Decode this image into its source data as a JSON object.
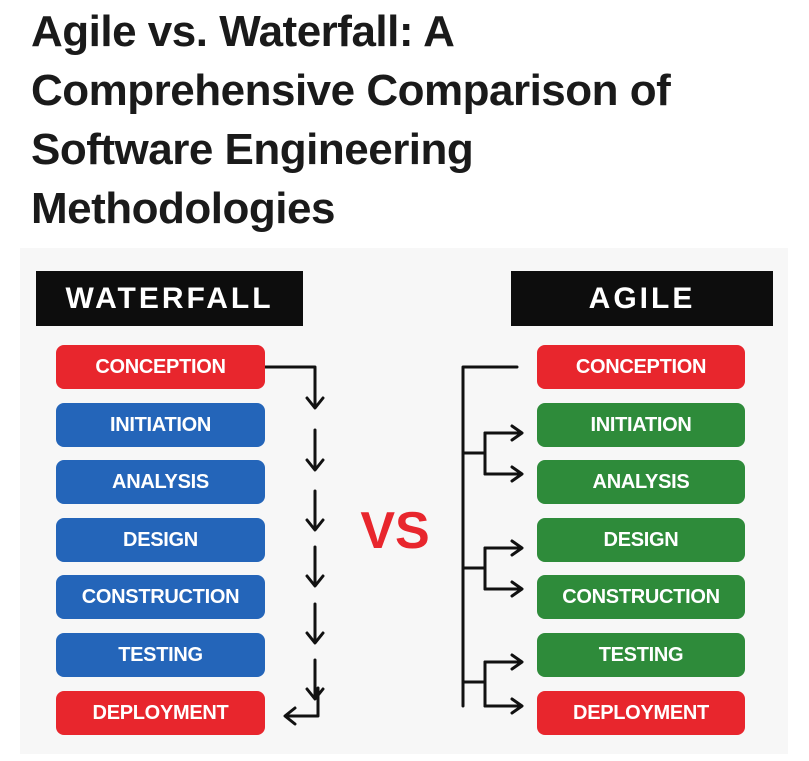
{
  "title": "Agile vs. Waterfall: A Comprehensive Comparison of Software Engineering Methodologies",
  "waterfall": {
    "header": "WATERFALL",
    "steps": [
      "CONCEPTION",
      "INITIATION",
      "ANALYSIS",
      "DESIGN",
      "CONSTRUCTION",
      "TESTING",
      "DEPLOYMENT"
    ]
  },
  "vs_label": "VS",
  "agile": {
    "header": "AGILE",
    "steps": [
      "CONCEPTION",
      "INITIATION",
      "ANALYSIS",
      "DESIGN",
      "CONSTRUCTION",
      "TESTING",
      "DEPLOYMENT"
    ]
  },
  "colors": {
    "red": "#e8262d",
    "blue": "#2465b9",
    "green": "#2e8b3a",
    "header_bg": "#0d0d0d"
  }
}
